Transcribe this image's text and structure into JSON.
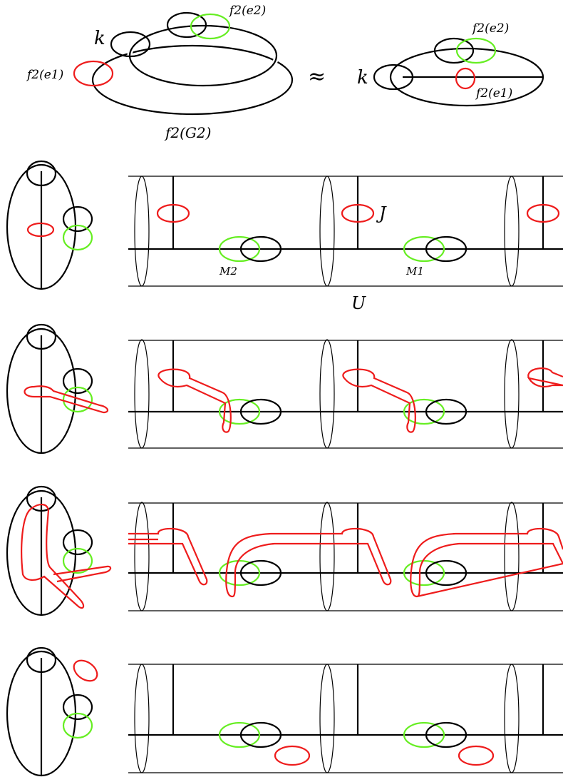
{
  "labels": {
    "k_left": "k",
    "k_right": "k",
    "f2_e2_left": "f2(e2)",
    "f2_e2_right": "f2(e2)",
    "f2_e1_left": "f2(e1)",
    "f2_e1_right": "f2(e1)",
    "f2_G2": "f2(G2)",
    "approx": "≈",
    "J": "J",
    "M2": "M2",
    "M1": "M1",
    "U": "U"
  },
  "colors": {
    "red": "#ee1c1c",
    "green": "#66ee22",
    "black": "#000000"
  }
}
